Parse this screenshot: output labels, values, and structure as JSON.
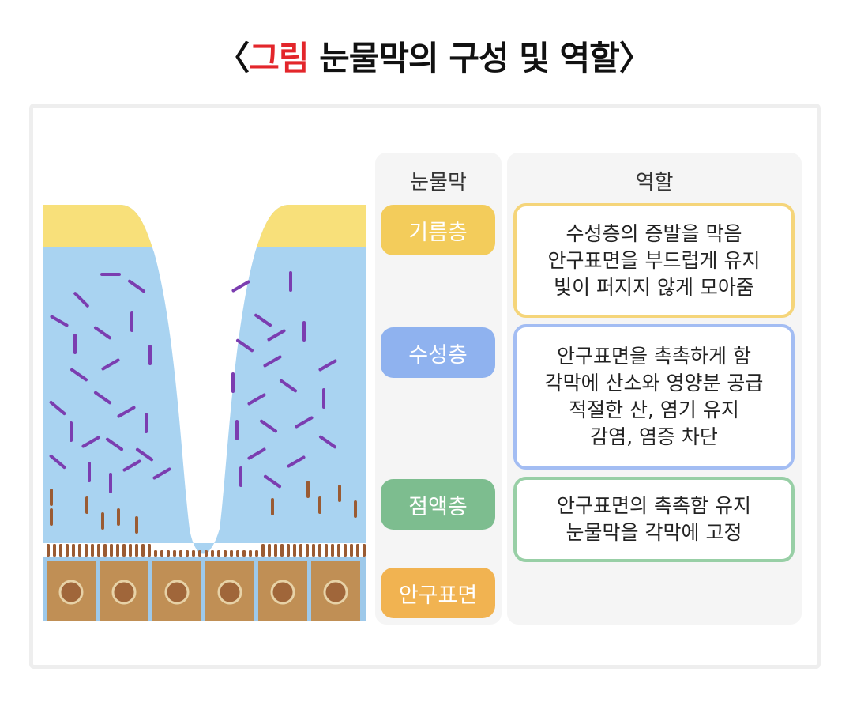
{
  "title": {
    "open": "〈",
    "accent": "그림",
    "rest": " 눈물막의 구성 및 역할",
    "close": "〉"
  },
  "columns": {
    "layer_header": "눈물막",
    "role_header": "역할"
  },
  "layers": [
    {
      "name": "기름층",
      "color": "#f3cc5b"
    },
    {
      "name": "수성층",
      "color": "#8fb2ef"
    },
    {
      "name": "점액층",
      "color": "#7dbd8f"
    },
    {
      "name": "안구표면",
      "color": "#f1b351"
    }
  ],
  "roles": [
    {
      "lines": [
        "수성층의 증발을 막음",
        "안구표면을 부드럽게 유지",
        "빛이 퍼지지 않게 모아줌"
      ],
      "border": "#f5d57a"
    },
    {
      "lines": [
        "안구표면을 촉촉하게 함",
        "각막에 산소와 영양분 공급",
        "적절한 산, 염기 유지",
        "감염, 염증 차단"
      ],
      "border": "#a3bdf3"
    },
    {
      "lines": [
        "안구표면의 촉촉함 유지",
        "눈물막을 각막에 고정"
      ],
      "border": "#98cfa6"
    }
  ],
  "illustration": {
    "oil_color": "#f8e07a",
    "aqueous_color": "#a9d3f1",
    "molecule_color": "#7b3db0",
    "mucin_color": "#9a5b33",
    "cell_color": "#c08f55",
    "nucleus_color": "#a0663a"
  }
}
